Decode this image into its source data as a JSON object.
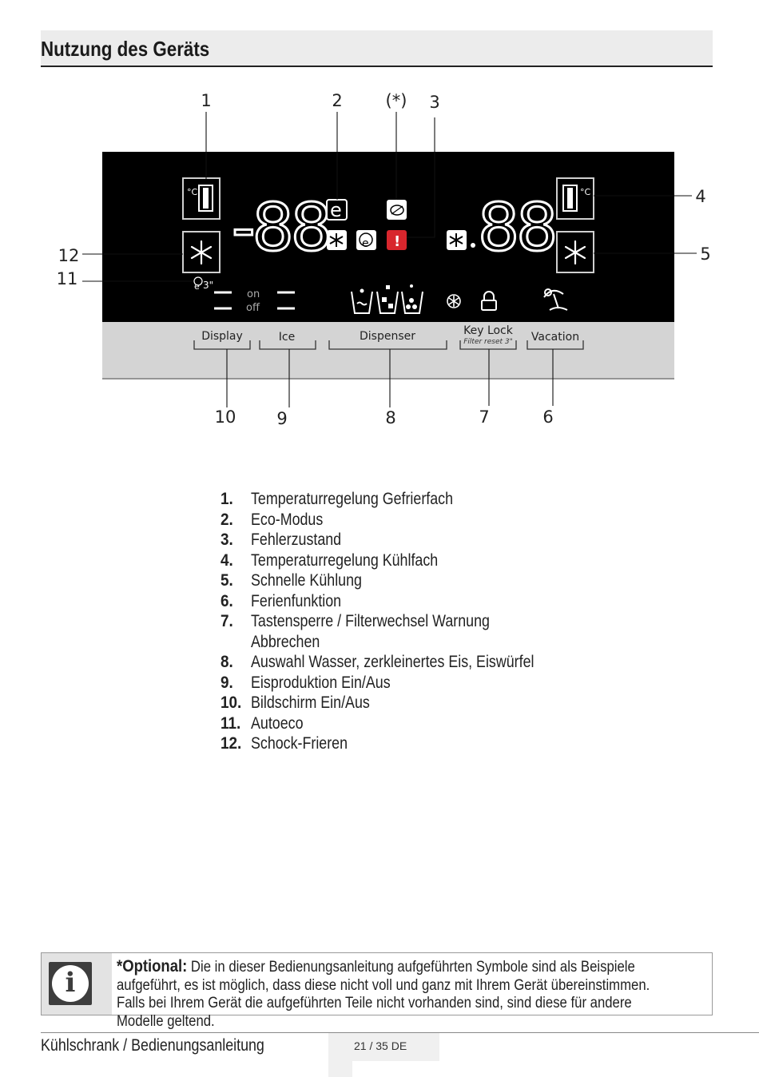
{
  "header": {
    "title": "Nutzung des Geräts"
  },
  "diagram": {
    "callouts": {
      "c1": "1",
      "c2": "2",
      "c_opt": "(*)",
      "c3": "3",
      "c4": "4",
      "c5": "5",
      "c12": "12",
      "c11": "11",
      "c10": "10",
      "c9": "9",
      "c8": "8",
      "c7": "7",
      "c6": "6"
    },
    "display": {
      "left_digits": "-88",
      "right_digits": "88",
      "celsius": "°C",
      "error_mark": "!",
      "eco_mark": "e",
      "autoeco_duration": "3\"",
      "on": "on",
      "off": "off"
    },
    "buttons": {
      "display": "Display",
      "ice": "Ice",
      "dispenser": "Dispenser",
      "keylock": "Key Lock",
      "keylock_sub": "Filter reset 3\"",
      "vacation": "Vacation"
    },
    "colors": {
      "panel": "#000000",
      "button_strip": "#d4d4d4",
      "segment": "#ffffff",
      "error": "#d8262d"
    }
  },
  "legend": [
    {
      "num": "1.",
      "text": "Temperaturregelung Gefrierfach"
    },
    {
      "num": "2.",
      "text": "Eco-Modus"
    },
    {
      "num": "3.",
      "text": "Fehlerzustand"
    },
    {
      "num": "4.",
      "text": "Temperaturregelung Kühlfach"
    },
    {
      "num": "5.",
      "text": "Schnelle Kühlung"
    },
    {
      "num": "6.",
      "text": "Ferienfunktion"
    },
    {
      "num": "7.",
      "text": "Tastensperre / Filterwechsel Warnung"
    },
    {
      "num": "",
      "text": "Abbrechen"
    },
    {
      "num": "8.",
      "text": "Auswahl Wasser, zerkleinertes Eis, Eiswürfel"
    },
    {
      "num": "9.",
      "text": "Eisproduktion Ein/Aus"
    },
    {
      "num": "10.",
      "text": "Bildschirm Ein/Aus"
    },
    {
      "num": "11.",
      "text": "Autoeco"
    },
    {
      "num": "12.",
      "text": "Schock-Frieren"
    }
  ],
  "info": {
    "label": "*Optional:",
    "text": "Die in dieser Bedienungsanleitung aufgeführten Symbole sind als Beispiele aufgeführt, es ist möglich, dass diese nicht voll und ganz mit Ihrem Gerät übereinstimmen. Falls bei Ihrem Gerät die aufgeführten Teile nicht vorhanden sind, sind diese für andere Modelle geltend.",
    "icon_glyph": "i"
  },
  "footer": {
    "left": "Kühlschrank / Bedienungsanleitung",
    "page": "21 / 35  DE"
  }
}
